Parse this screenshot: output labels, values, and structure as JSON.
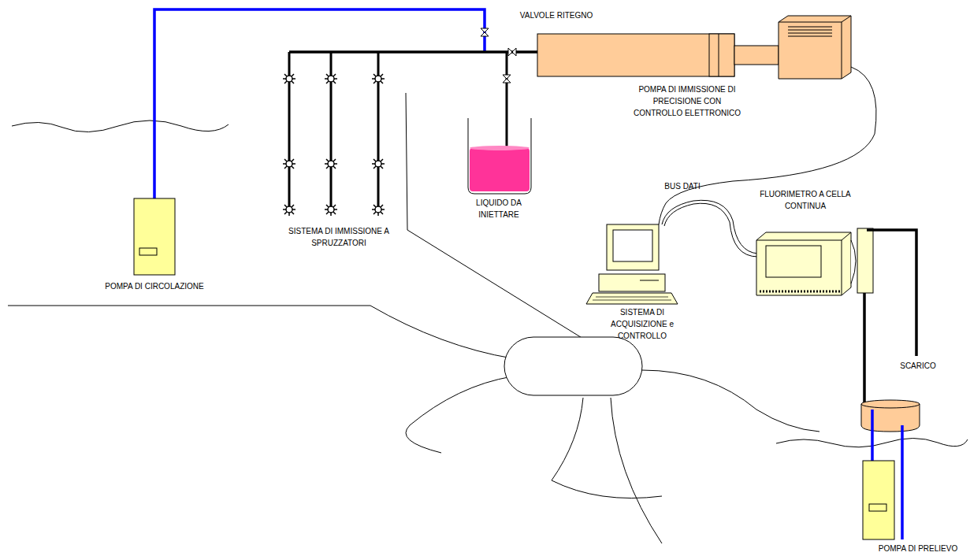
{
  "diagram": {
    "labels": [
      "VALVOLE RITEGNO",
      "POMPA DI IMMISSIONE DI PRECISIONE CON CONTROLLO ELETTRONICO",
      "LIQUIDO DA INIETTARE",
      "BUS DATI",
      "FLUORIMETRO A CELLA CONTINUA",
      "SISTEMA DI IMMISSIONE A SPRUZZATORI",
      "POMPA DI CIRCOLAZIONE",
      "SISTEMA DI ACQUISIZIONE e CONTROLLO",
      "SCARICO",
      "POMPA DI PRELIEVO"
    ]
  }
}
